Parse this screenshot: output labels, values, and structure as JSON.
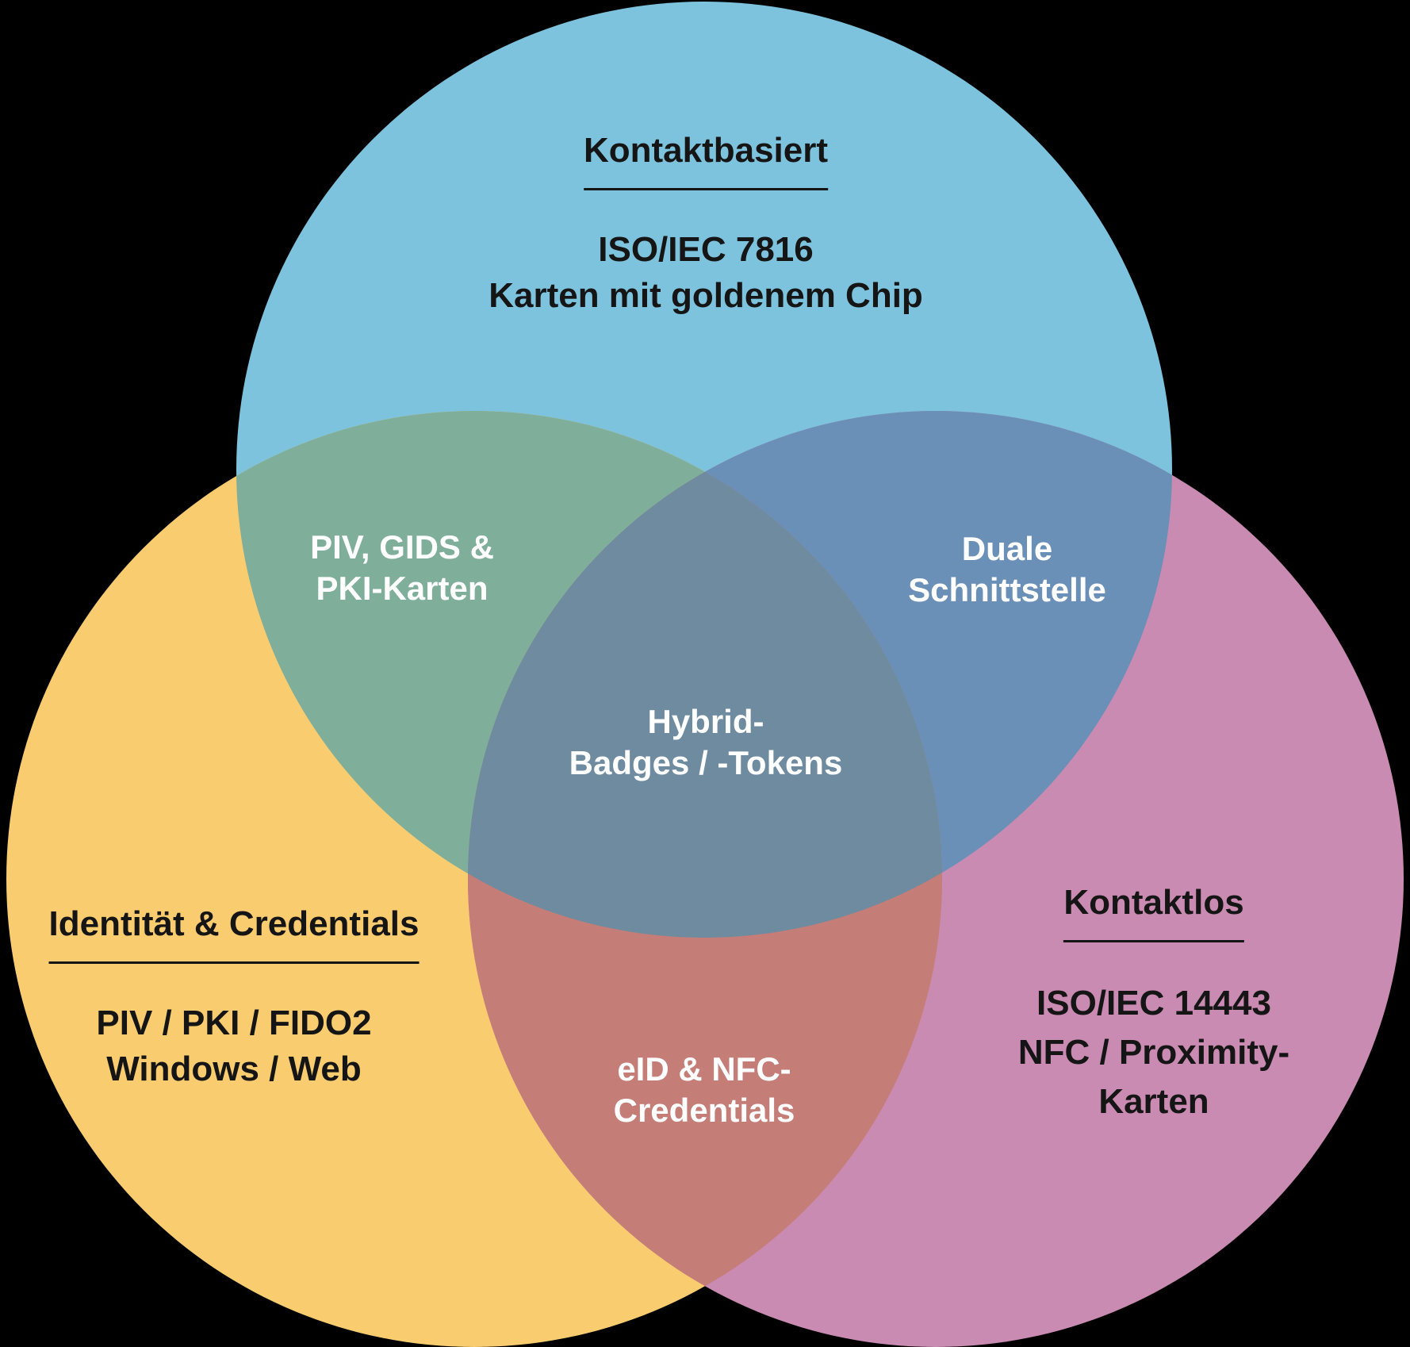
{
  "diagram": {
    "type": "venn",
    "background_color": "#000000",
    "text_dark_color": "#151515",
    "text_light_color": "#ffffff"
  },
  "circles": {
    "contact": {
      "label": "Kontaktbasiert",
      "color": "#7ec3dd",
      "lines": [
        "ISO/IEC 7816",
        "Karten mit goldenem Chip"
      ]
    },
    "identity": {
      "label": "Identität & Credentials",
      "color": "#f8cc6f",
      "lines": [
        "PIV / PKI / FIDO2",
        "Windows / Web"
      ]
    },
    "contactless": {
      "label": "Kontaktlos",
      "color": "#c98bb1",
      "lines": [
        "ISO/IEC 14443",
        "NFC / Proximity-",
        "Karten"
      ]
    }
  },
  "overlaps": {
    "contact_identity": {
      "color": "#7fae9a",
      "lines": [
        "PIV, GIDS &",
        "PKI-Karten"
      ]
    },
    "contact_contactless": {
      "color": "#6b90b8",
      "lines": [
        "Duale",
        "Schnittstelle"
      ]
    },
    "identity_contactless": {
      "color": "#c57d77",
      "lines": [
        "eID & NFC-",
        "Credentials"
      ]
    },
    "center": {
      "color": "#6f8ba0",
      "lines": [
        "Hybrid-",
        "Badges / -Tokens"
      ]
    }
  }
}
